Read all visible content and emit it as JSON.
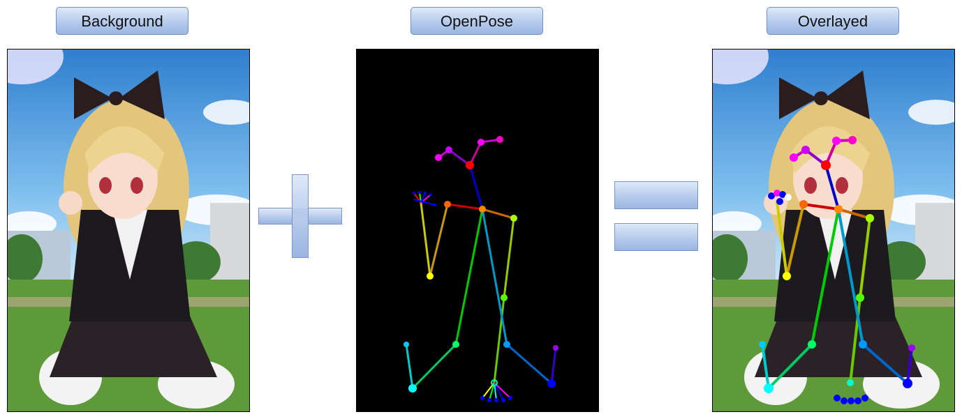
{
  "labels": {
    "background": "Background",
    "openpose": "OpenPose",
    "overlayed": "Overlayed"
  },
  "operators": {
    "plus": "+",
    "equals": "="
  },
  "colors": {
    "button_top": "#dfe9f8",
    "button_bottom": "#9ab6e2",
    "button_border": "#6e8fc0",
    "openpose_background": "#000000",
    "sky": "#3d8fd6",
    "grass": "#5f9a3a",
    "jacket": "#1c1a1f",
    "hair": "#ecd38f"
  }
}
